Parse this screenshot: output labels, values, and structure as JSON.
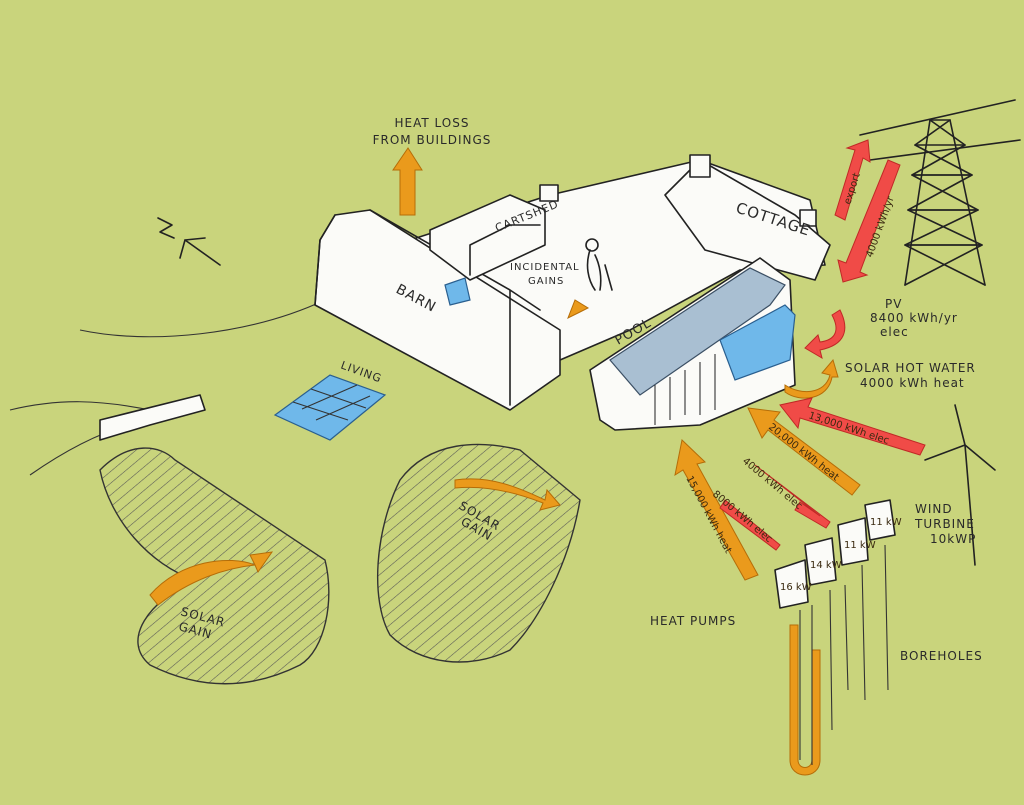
{
  "labels": {
    "heat_loss": [
      "HEAT LOSS",
      "FROM BUILDINGS"
    ],
    "cartshed": "CARTSHED",
    "incidental_gains": [
      "INCIDENTAL",
      "GAINS"
    ],
    "cottage": "COTTAGE",
    "barn": "BARN",
    "pool": "POOL",
    "living": "LIVING",
    "pv": [
      "PV",
      "8400 kWh/yr",
      "elec"
    ],
    "solar_hot_water": [
      "SOLAR HOT WATER",
      "4000 kWh heat"
    ],
    "wind_turbine": [
      "WIND",
      "TURBINE",
      "10kWP"
    ],
    "heat_pumps": "HEAT PUMPS",
    "boreholes": "BOREHOLES",
    "solar_gain_left": [
      "SOLAR",
      "GAIN"
    ],
    "solar_gain_center": [
      "SOLAR",
      "GAIN"
    ]
  },
  "arrow_texts": {
    "grid_import": "export",
    "grid_export": "4000 kWh/yr",
    "wind_power": "13,000 kWh elec",
    "hp_heat_1": "15,000 kWh heat",
    "hp_heat_2": "20,000 kWh heat",
    "hp_elec_1": "4000 kWh elec",
    "hp_elec_2": "8000 kWh elec"
  },
  "heat_pump_units": [
    "11 kW",
    "11 kW",
    "14 kW",
    "16 kW"
  ],
  "colors": {
    "background": "#c9d47c",
    "heat_arrow": "#ea9a1c",
    "electric_arrow": "#f04b47",
    "solar_panel": "#6fb8ea",
    "pv_panel": "#a9bfd2"
  }
}
